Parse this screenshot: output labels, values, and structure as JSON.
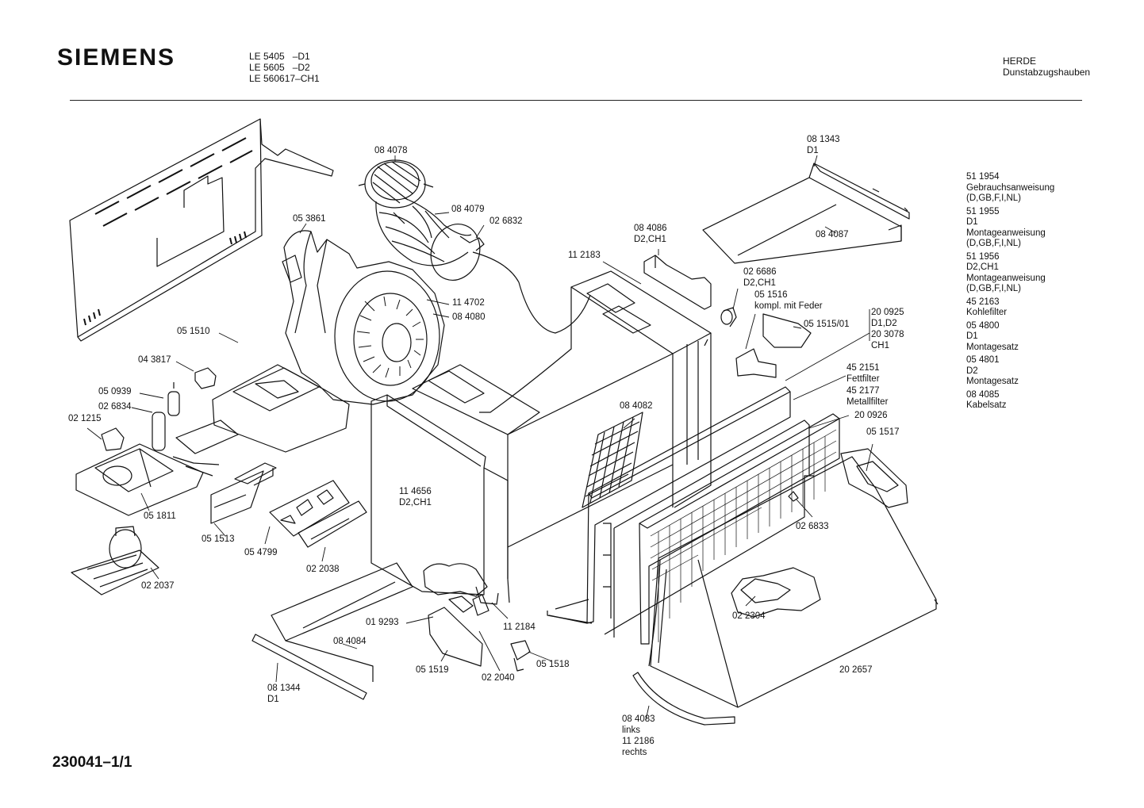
{
  "header": {
    "brand": "SIEMENS",
    "models": [
      "LE 5405   –D1",
      "LE 5605   –D2",
      "LE 560617–CH1"
    ],
    "category": "HERDE",
    "subcategory": "Dunstabzugshauben"
  },
  "labels": {
    "p084078": "08 4078",
    "p053861": "05 3861",
    "p084079": "08 4079",
    "p026832": "02 6832",
    "p084086": "08 4086",
    "p084086v": "D2,CH1",
    "p112183": "11 2183",
    "p081343": "08 1343",
    "p081343v": "D1",
    "p084087": "08 4087",
    "p114702": "11 4702",
    "p084080": "08 4080",
    "p026686": "02 6686",
    "p026686v": "D2,CH1",
    "p051516": "05 1516",
    "p051516v": "kompl. mit Feder",
    "p051515": "05 1515/01",
    "p200925": "20 0925",
    "p200925v": "D1,D2",
    "p203078": "20 3078",
    "p203078v": "CH1",
    "p051510": "05 1510",
    "p043817": "04 3817",
    "p050939": "05 0939",
    "p026834": "02 6834",
    "p021215": "02 1215",
    "p452151": "45 2151",
    "p452151v": "Fettfilter",
    "p452177": "45 2177",
    "p452177v": "Metallfilter",
    "p200926": "20 0926",
    "p051517": "05 1517",
    "p084082": "08 4082",
    "p114656": "11 4656",
    "p114656v": "D2,CH1",
    "p051811": "05 1811",
    "p051513": "05 1513",
    "p054799": "05 4799",
    "p022038": "02 2038",
    "p022037": "02 2037",
    "p026833": "02 6833",
    "p022304": "02 2304",
    "p019293": "01 9293",
    "p112184": "11 2184",
    "p084084": "08 4084",
    "p051519": "05 1519",
    "p022040": "02 2040",
    "p051518": "05 1518",
    "p081344": "08 1344",
    "p081344v": "D1",
    "p202657": "20 2657",
    "p084083": "08 4083",
    "p084083v": "links",
    "p112186": "11 2186",
    "p112186v": "rechts"
  },
  "side_list": [
    {
      "num": "51 1954",
      "lines": [
        "Gebrauchsanweisung",
        "(D,GB,F,I,NL)"
      ]
    },
    {
      "num": "51 1955",
      "lines": [
        "D1",
        "Montageanweisung",
        "(D,GB,F,I,NL)"
      ]
    },
    {
      "num": "51 1956",
      "lines": [
        "D2,CH1",
        "Montageanweisung",
        "(D,GB,F,I,NL)"
      ]
    },
    {
      "num": "45 2163",
      "lines": [
        "Kohlefilter"
      ]
    },
    {
      "num": "05 4800",
      "lines": [
        "D1",
        "Montagesatz"
      ]
    },
    {
      "num": "05 4801",
      "lines": [
        "D2",
        "Montagesatz"
      ]
    },
    {
      "num": "08 4085",
      "lines": [
        "Kabelsatz"
      ]
    }
  ],
  "footer": {
    "doc_number": "230041–1/1"
  }
}
